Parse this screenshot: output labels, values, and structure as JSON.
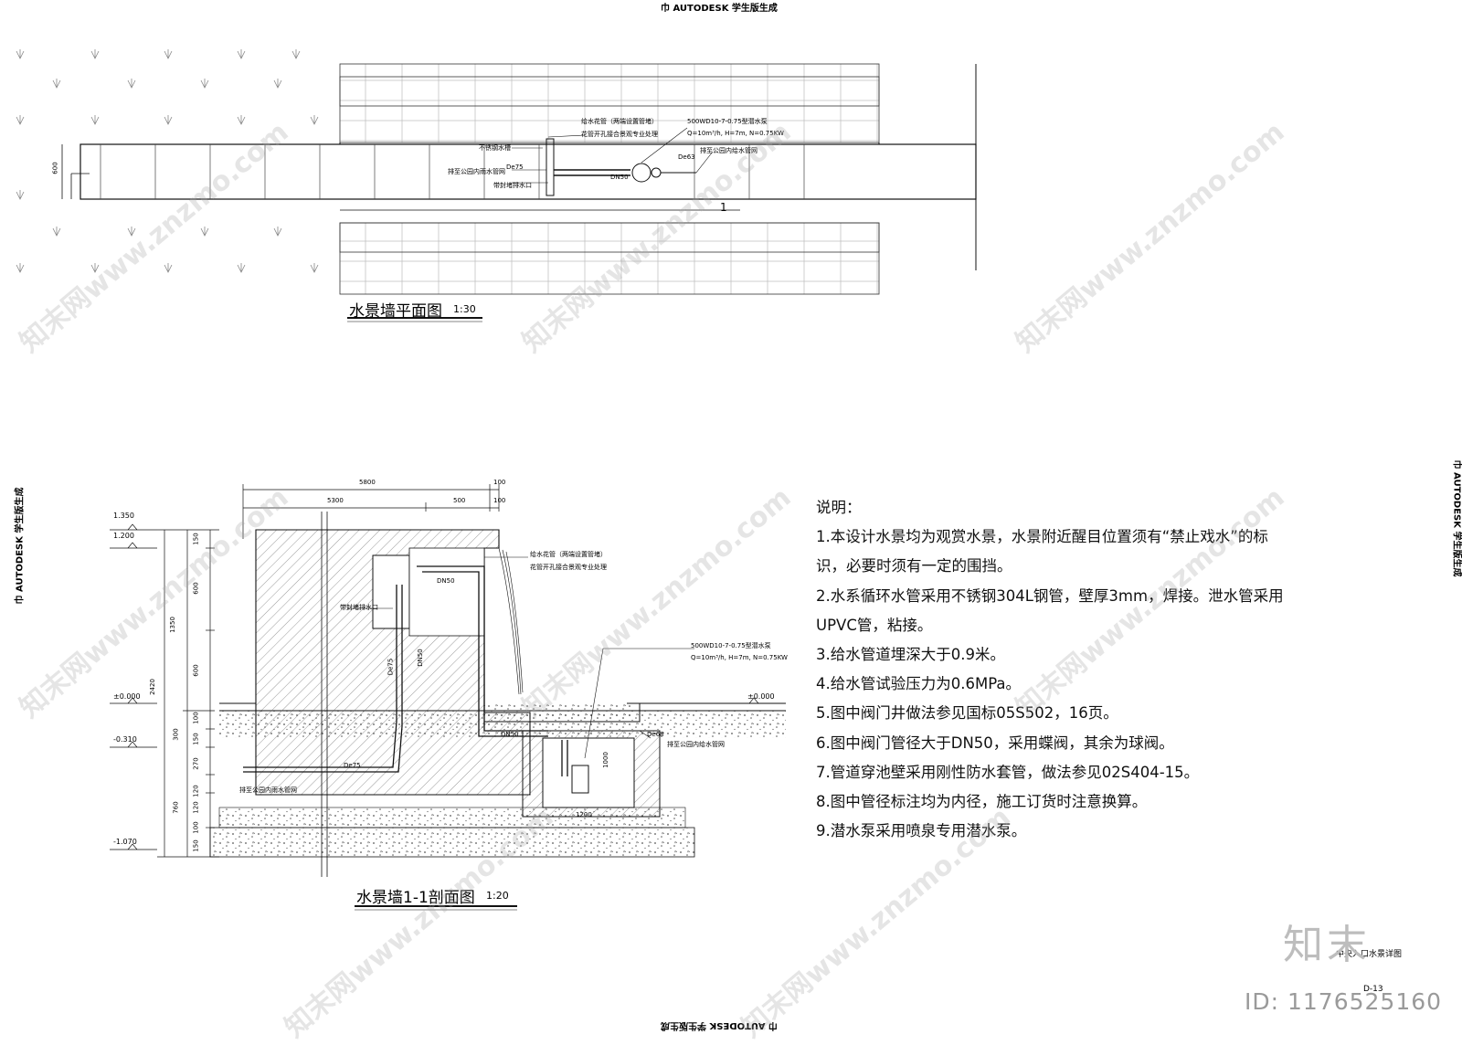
{
  "stamps": {
    "top": "巾 AUTODESK 学生版生成",
    "bottom": "巾 AUTODESK 学生版生成",
    "left": "巾 AUTODESK 学生版生成",
    "right": "巾 AUTODESK 学生版生成"
  },
  "plan": {
    "title": "水景墙平面图",
    "scale": "1:30",
    "dim_600": "600",
    "section_mark": "1",
    "labels": {
      "nozzle": "给水花管（两端设置管堵）",
      "nozzle_note": "花管开孔接合景观专业处理",
      "trough": "不锈钢水槽",
      "drain_to": "排至公园内雨水管网",
      "overflow": "带封堵排水口",
      "pump": "500WD10-7-0.75型潜水泵",
      "pump_spec": "Q=10m³/h, H=7m, N=0.75KW",
      "de63": "De63",
      "to_supply": "排至公园内给水管网",
      "de75": "De75",
      "dn50": "DN50"
    }
  },
  "section": {
    "title": "水景墙1-1剖面图",
    "scale": "1:20",
    "dims_top": [
      "5800",
      "5300",
      "500",
      "100",
      "100"
    ],
    "dims_left": [
      "150",
      "600",
      "1350",
      "600",
      "2420",
      "100",
      "300",
      "150",
      "270",
      "120",
      "760",
      "120",
      "100",
      "150"
    ],
    "elevations": [
      "1.350",
      "1.200",
      "±0.000",
      "-0.310",
      "-1.070",
      "±0.000"
    ],
    "labels": {
      "nozzle": "给水花管（两端设置管堵）",
      "nozzle_note": "花管开孔接合景观专业处理",
      "overflow": "带封堵排水口",
      "dn50a": "DN50",
      "de75v": "De75",
      "dn50v": "DN50",
      "pump": "500WD10-7-0.75型潜水泵",
      "pump_spec": "Q=10m³/h, H=7m, N=0.75KW",
      "dn50b": "DN50",
      "de68": "De68",
      "to_supply": "排至公园内给水管网",
      "de75h": "De75",
      "drain_to": "排至公园内雨水管网",
      "pit_h": "1000",
      "pit_w": "1200"
    }
  },
  "notes": {
    "heading": "说明：",
    "lines": [
      "1.本设计水景均为观赏水景，水景附近醒目位置须有“禁止戏水”的标",
      "识，必要时须有一定的围挡。",
      "2.水系循环水管采用不锈钢304L钢管，壁厚3mm，焊接。泄水管采用",
      "UPVC管，粘接。",
      "3.给水管道埋深大于0.9米。",
      "4.给水管试验压力为0.6MPa。",
      "5.图中阀门井做法参见国标05S502，16页。",
      "6.图中阀门管径大于DN50，采用蝶阀，其余为球阀。",
      "7.管道穿池壁采用刚性防水套管，做法参见02S404-15。",
      "8.图中管径标注均为内径，施工订货时注意换算。",
      "9.潜水泵采用喷泉专用潜水泵。"
    ]
  },
  "titleblock": {
    "drawing_name": "中央入口水景详图",
    "sheet_no": "D-13"
  },
  "watermark": {
    "text": "知末网www.znzmo.com",
    "logo": "知末",
    "id": "ID: 1176525160"
  }
}
